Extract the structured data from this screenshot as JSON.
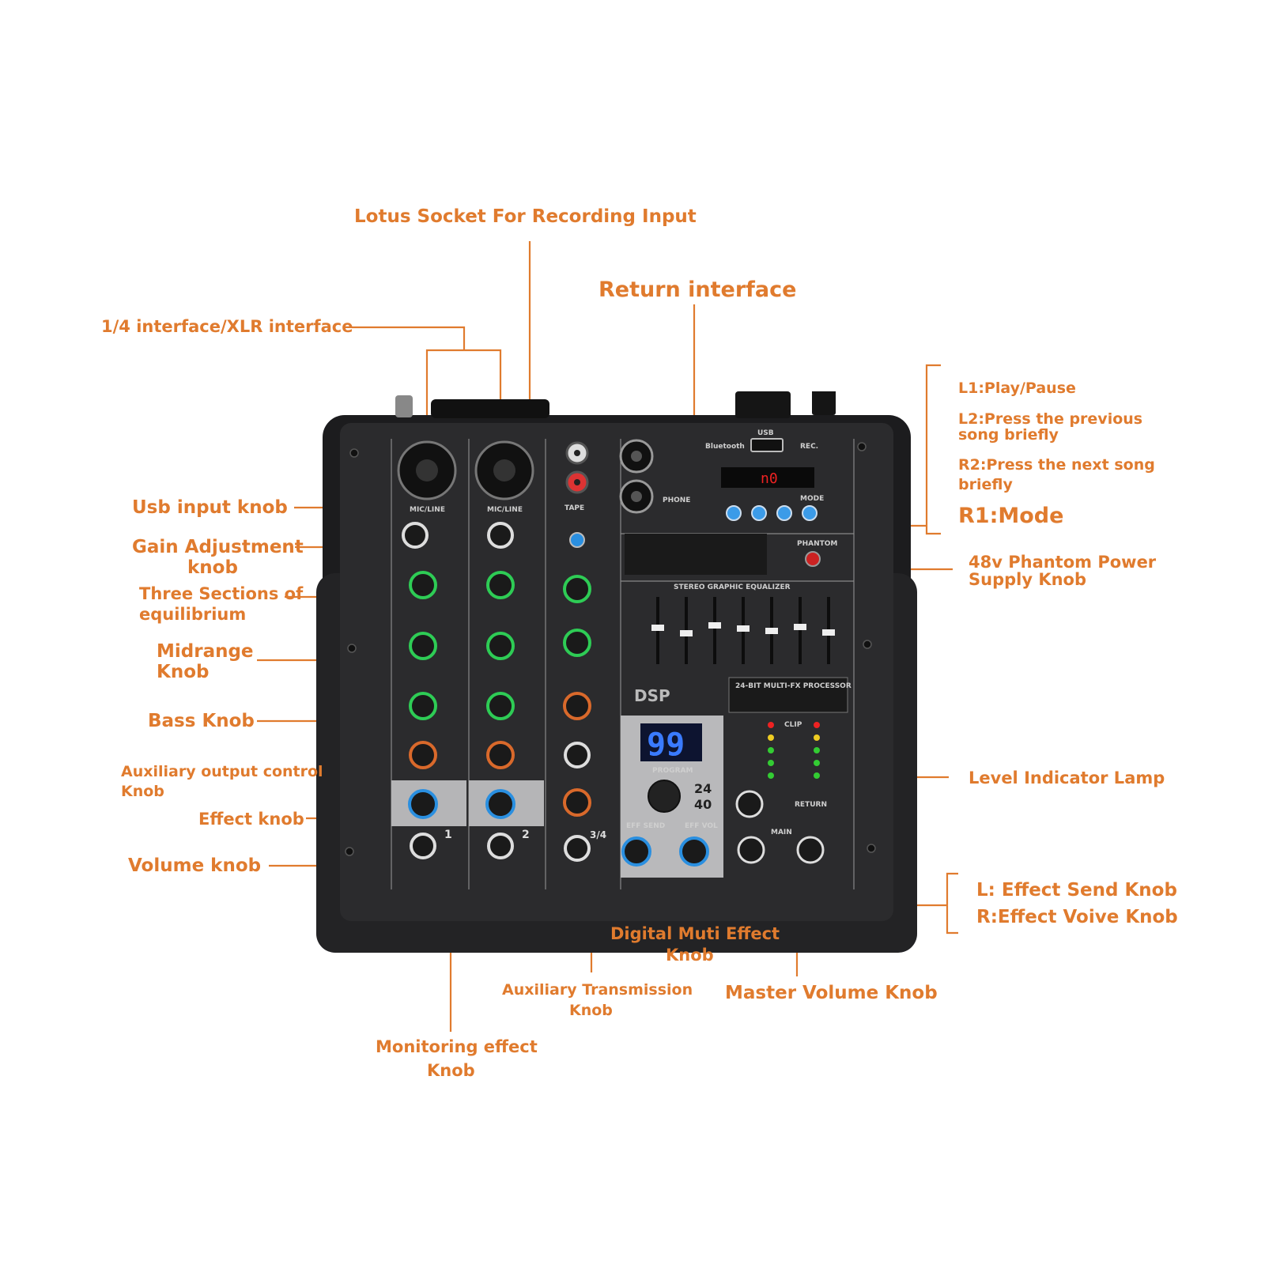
{
  "labels": {
    "lotus_socket": "Lotus Socket For Recording Input",
    "return_interface": "Return interface",
    "quarter_xlr": "1/4 interface/XLR interface",
    "usb_input_knob": "Usb input knob",
    "gain_line1": "Gain Adjustment",
    "gain_line2": "knob",
    "three_sections_line1": "Three Sections of",
    "three_sections_line2": "equilibrium",
    "midrange_line1": "Midrange",
    "midrange_line2": "Knob",
    "bass_knob": "Bass Knob",
    "aux_output_line1": "Auxiliary output control",
    "aux_output_line2": "Knob",
    "effect_knob": "Effect knob",
    "volume_knob": "Volume knob",
    "l1": "L1:Play/Pause",
    "l2_line1": "L2:Press the previous",
    "l2_line2": "song briefly",
    "r2_line1": "R2:Press the next song",
    "r2_line2": "briefly",
    "r1": "R1:Mode",
    "phantom_line1": "48v Phantom Power",
    "phantom_line2": "Supply Knob",
    "level_indicator": "Level Indicator Lamp",
    "effect_send": "L: Effect Send Knob",
    "effect_voive": "R:Effect Voive Knob",
    "digital_effect_line1": "Digital Muti Effect",
    "digital_effect_line2": "Knob",
    "master_volume": "Master Volume Knob",
    "aux_transmission_line1": "Auxiliary Transmission",
    "aux_transmission_line2": "Knob",
    "monitoring_line1": "Monitoring effect",
    "monitoring_line2": "Knob"
  },
  "mixer": {
    "display_value": "99",
    "mp3_display": "n0",
    "eq_title": "STEREO GRAPHIC EQUALIZER",
    "fx_title": "24-BIT MULTI-FX PROCESSOR",
    "dsp_logo": "DSP",
    "program_label": "PROGRAM",
    "phantom_label": "PHANTOM",
    "usb_label": "USB",
    "bluetooth_label": "Bluetooth",
    "rec_label": "REC.",
    "mode_label": "MODE",
    "tape_label": "TAPE",
    "mic_line_label": "MIC/LINE",
    "main_label": "MAIN",
    "clip_label": "CLIP",
    "eff_send_label": "EFF SEND",
    "eff_vol_label": "EFF VOL",
    "channel_1": "1",
    "channel_2": "2",
    "channel_34": "3/4",
    "bits_label": "24",
    "modes_label": "40",
    "return_label": "RETURN",
    "phone_label": "PHONE"
  },
  "colors": {
    "label": "#e07b2e",
    "mixer_body": "#2b2b2d",
    "knob_green": "#2ecc55",
    "knob_orange": "#d9692b",
    "knob_blue": "#2a8fe0",
    "display_blue": "#3a7bff"
  }
}
